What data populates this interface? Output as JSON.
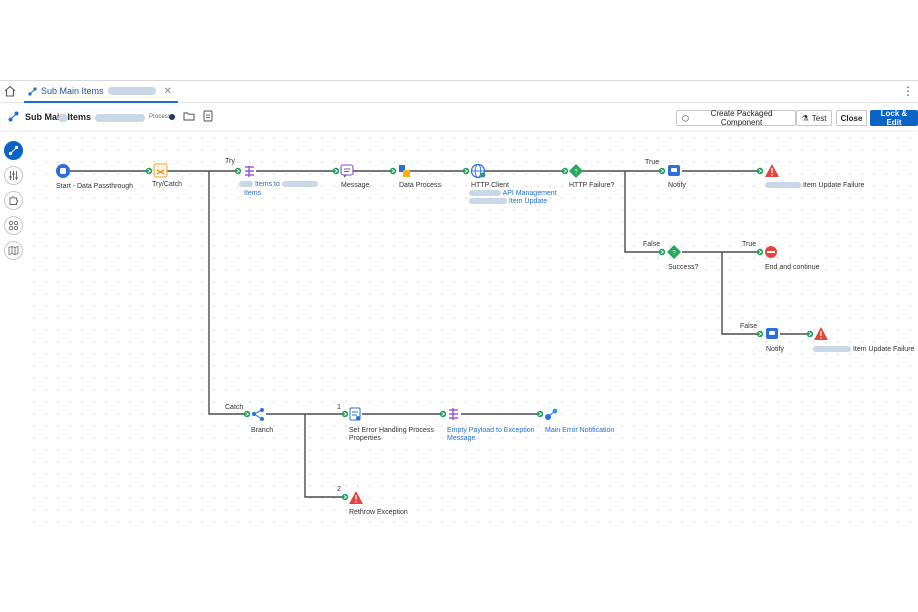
{
  "tab": {
    "title": "Sub Main  Items"
  },
  "header": {
    "title": "Sub Main  Items",
    "kind": "Process",
    "buttons": {
      "create_packaged": "Create Packaged Component",
      "test": "Test",
      "close": "Close",
      "lock_edit": "Lock & Edit"
    }
  },
  "flow": {
    "start": "Start - Data Passthrough",
    "try_catch": "Try/Catch",
    "try_label": "Try",
    "catch_label": "Catch",
    "map_items": "Items to",
    "map_items_2": "Items",
    "message": "Message",
    "data_process": "Data Process",
    "http_client": "HTTP Client",
    "http_api": "API Management",
    "http_update": "Item Update",
    "http_failure": "HTTP Failure?",
    "true1": "True",
    "notify1": "Notify",
    "fail1": "Item Update Failure",
    "false1": "False",
    "success": "Success?",
    "true2": "True",
    "end_continue": "End and continue",
    "false2": "False",
    "notify2": "Notify",
    "fail2": "Item Update Failure",
    "branch": "Branch",
    "branch1": "1",
    "branch2": "2",
    "set_props": "Set Error Handling Process",
    "set_props_2": "Properties",
    "empty_payload": "Empty Payload to Exception",
    "empty_payload_2": "Message",
    "main_error": "Main Error Notification",
    "rethrow": "Rethrow Exception"
  },
  "colors": {
    "accent": "#0b63c6",
    "connector": "#1e9e5a",
    "error": "#e2463c",
    "link": "#1f6fd1"
  }
}
